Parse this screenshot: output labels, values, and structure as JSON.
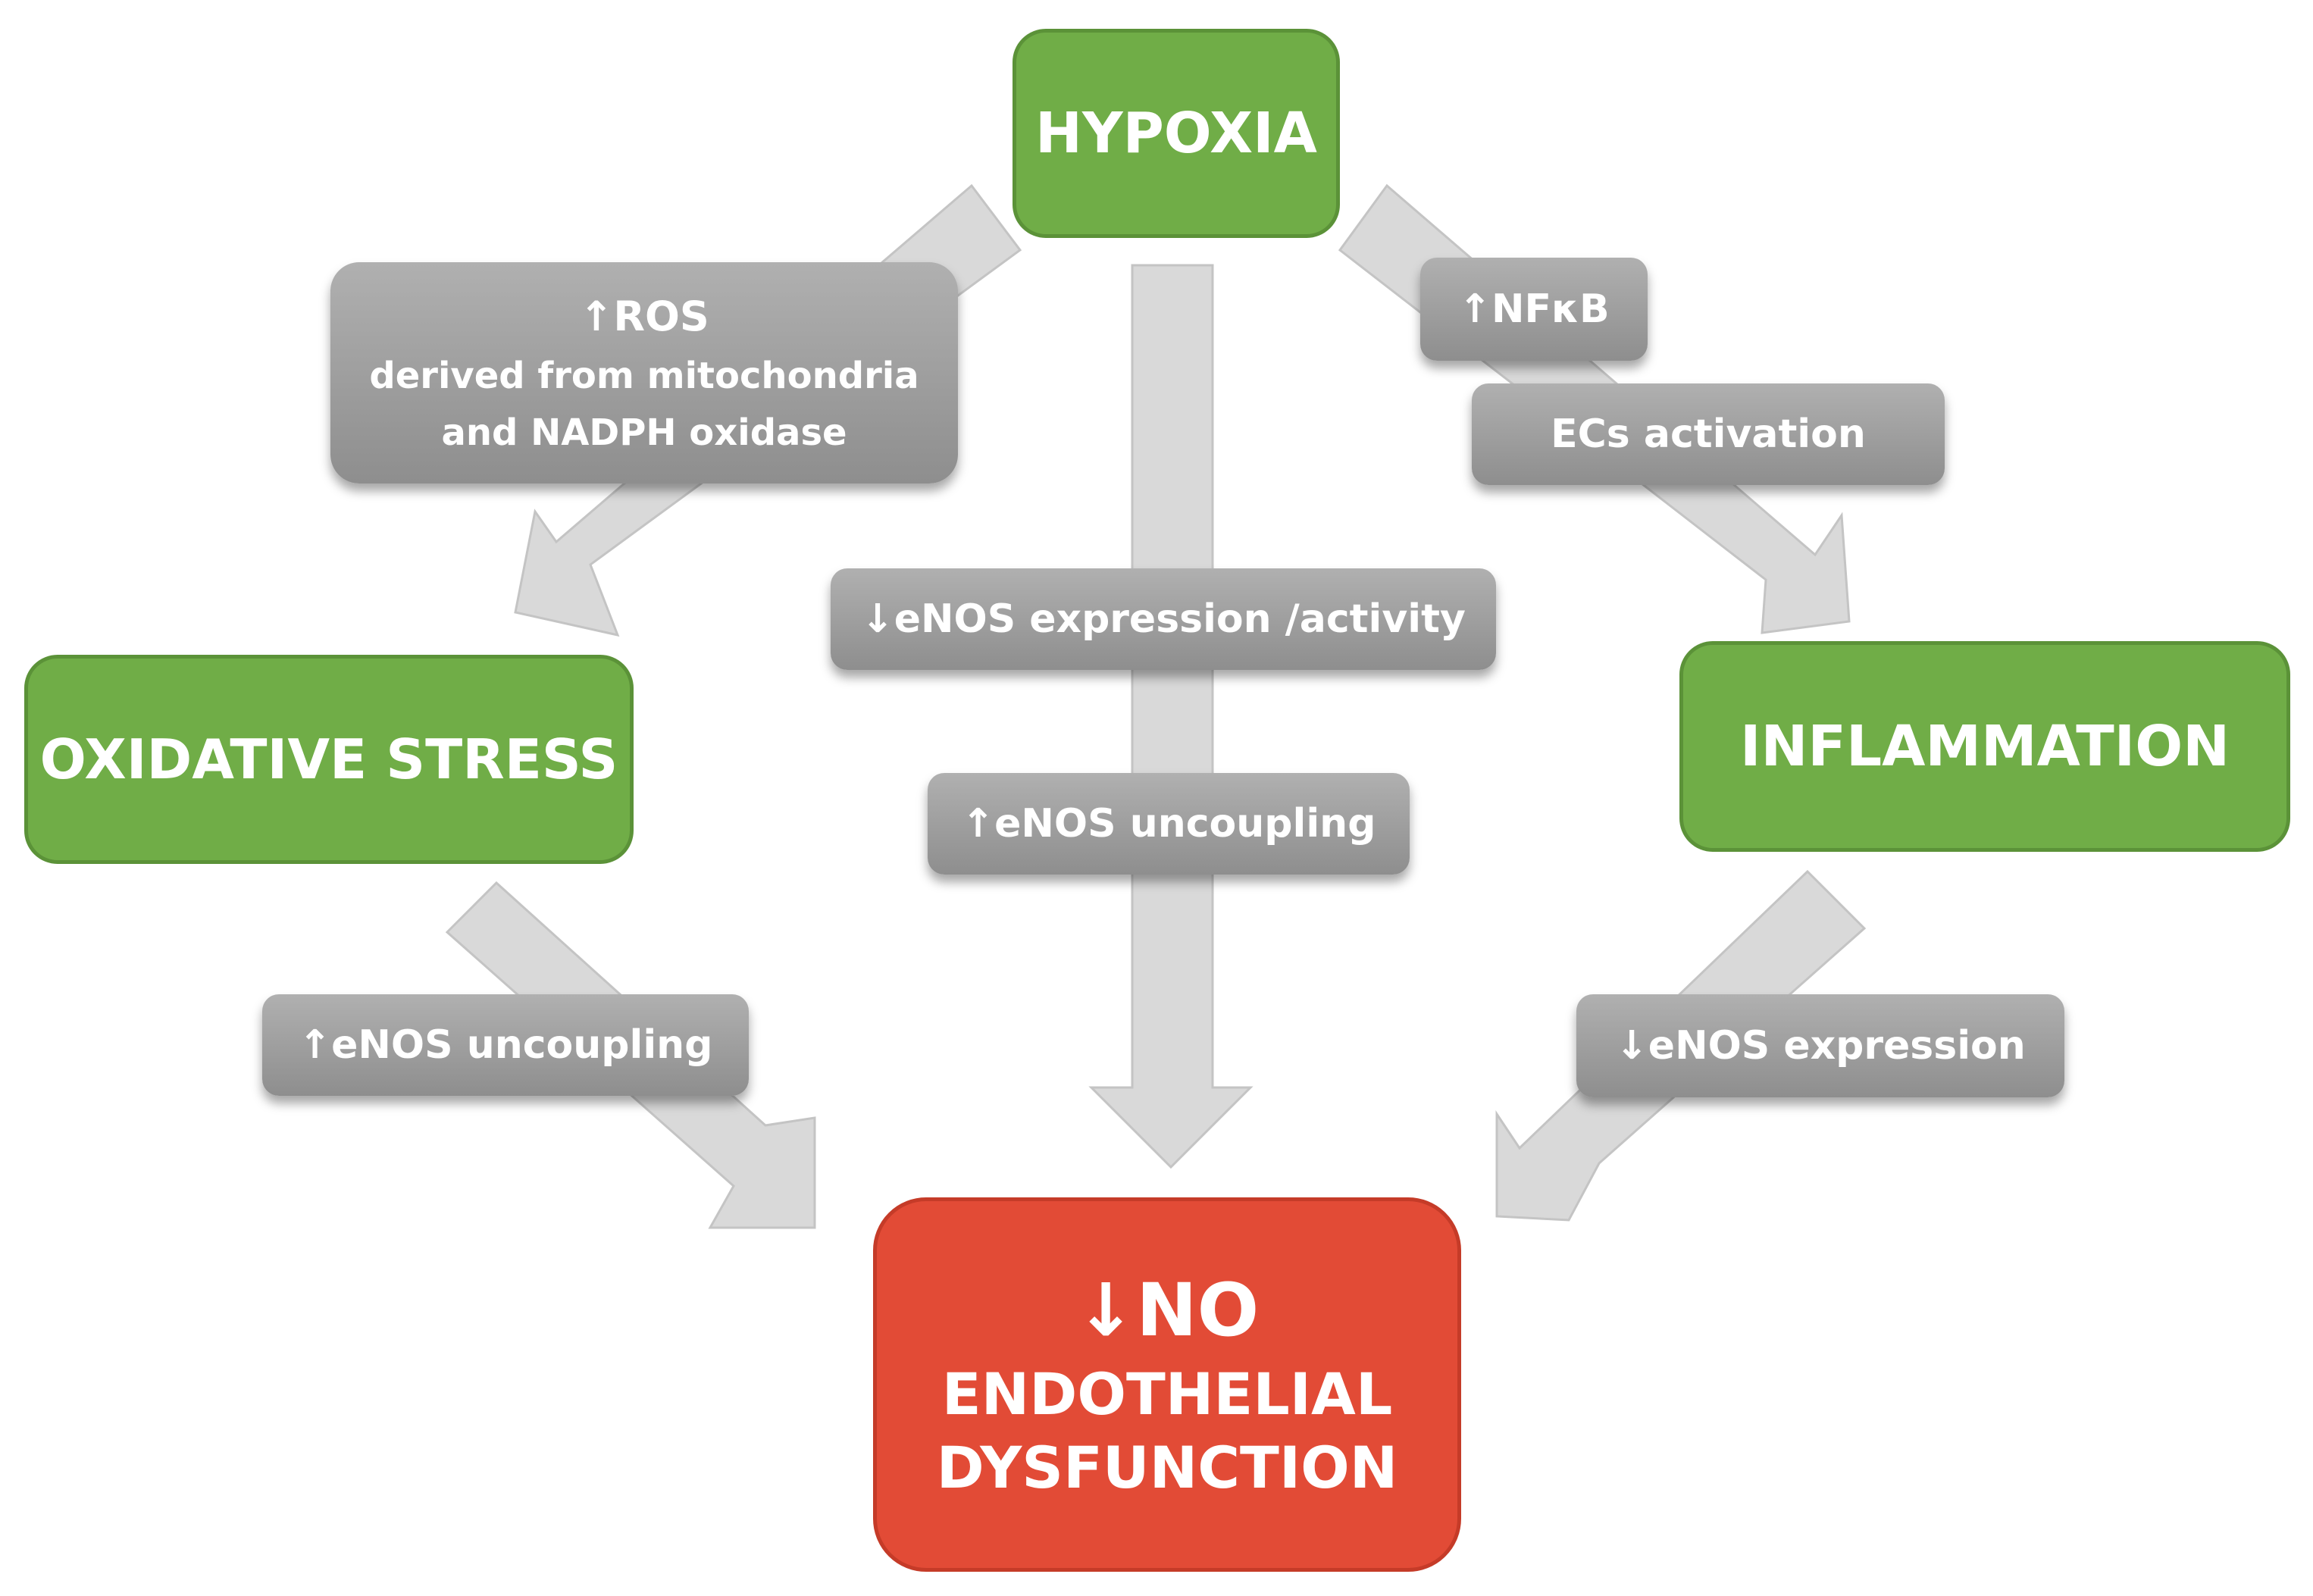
{
  "nodes": {
    "hypoxia": "HYPOXIA",
    "oxidative_stress": "OXIDATIVE STRESS",
    "inflammation": "INFLAMMATION",
    "outcome": {
      "line1": "↓NO",
      "line2": "ENDOTHELIAL",
      "line3": "DYSFUNCTION"
    }
  },
  "labels": {
    "ros": {
      "line1": "↑ROS",
      "line2": "derived from mitochondria",
      "line3": "and NADPH oxidase"
    },
    "nfkb": "↑NFκB",
    "ecs_activation": "ECs activation",
    "enos_expression_activity": "↓eNOS expression /activity",
    "enos_uncoupling_center": "↑eNOS uncoupling",
    "enos_uncoupling_left": "↑eNOS uncoupling",
    "enos_expression_right": "↓eNOS expression"
  },
  "colors": {
    "cause_node": "#70ad47",
    "outcome_node": "#e24b36",
    "mechanism_label": "#9e9e9e",
    "arrow": "#d9d9d9"
  }
}
